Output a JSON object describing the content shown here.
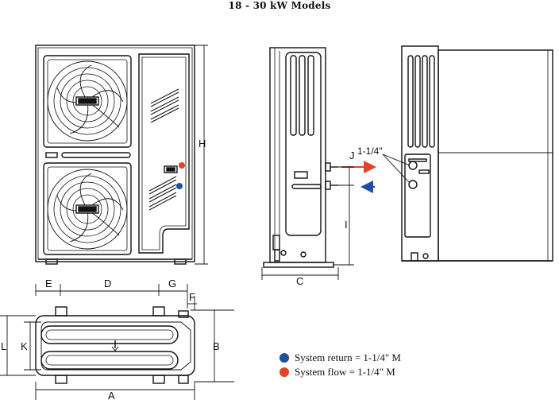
{
  "title": "18 - 30 kW Models",
  "labels": {
    "H": "H",
    "C": "C",
    "I": "I",
    "J": "J",
    "pipe_size": "1-1/4\"",
    "E": "E",
    "D": "D",
    "G": "G",
    "F": "F",
    "L": "L",
    "K": "K",
    "B": "B",
    "A": "A"
  },
  "legend": {
    "return_text": "System return = 1-1/4\" M",
    "flow_text": "System flow = 1-1/4\" M"
  },
  "colors": {
    "line": "#111111",
    "flow": "#e0452a",
    "return": "#1f4fa0"
  }
}
